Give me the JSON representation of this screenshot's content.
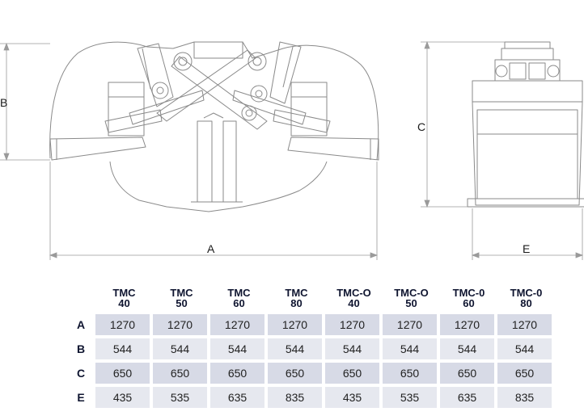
{
  "dimension_labels": {
    "width": "A",
    "height": "B",
    "side_height": "C",
    "side_width": "E"
  },
  "table": {
    "columns": [
      {
        "line1": "TMC",
        "line2": "40"
      },
      {
        "line1": "TMC",
        "line2": "50"
      },
      {
        "line1": "TMC",
        "line2": "60"
      },
      {
        "line1": "TMC",
        "line2": "80"
      },
      {
        "line1": "TMC-O",
        "line2": "40"
      },
      {
        "line1": "TMC-O",
        "line2": "50"
      },
      {
        "line1": "TMC-0",
        "line2": "60"
      },
      {
        "line1": "TMC-0",
        "line2": "80"
      }
    ],
    "rows": [
      {
        "label": "A",
        "values": [
          "1270",
          "1270",
          "1270",
          "1270",
          "1270",
          "1270",
          "1270",
          "1270"
        ]
      },
      {
        "label": "B",
        "values": [
          "544",
          "544",
          "544",
          "544",
          "544",
          "544",
          "544",
          "544"
        ]
      },
      {
        "label": "C",
        "values": [
          "650",
          "650",
          "650",
          "650",
          "650",
          "650",
          "650",
          "650"
        ]
      },
      {
        "label": "E",
        "values": [
          "435",
          "535",
          "635",
          "835",
          "435",
          "535",
          "635",
          "835"
        ]
      }
    ]
  },
  "colors": {
    "line": "#8a8a8a",
    "row_fill": "#d7dae6",
    "row_fill_alt": "#e6e8ef",
    "header_text": "#0f1530"
  }
}
